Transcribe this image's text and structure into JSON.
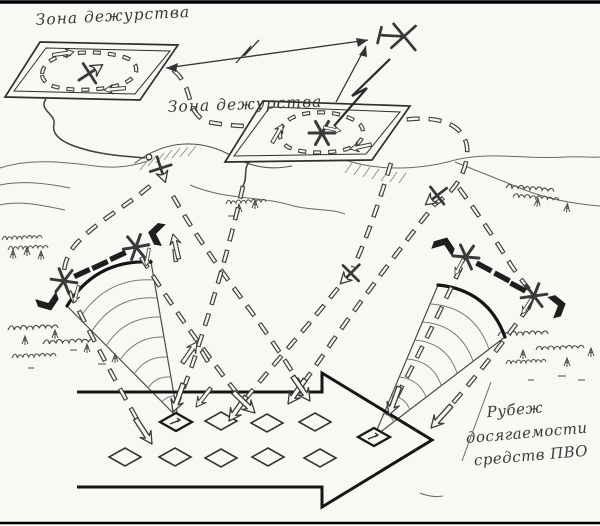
{
  "diagram": {
    "labels": {
      "zone1": "Зона дежурства",
      "zone2": "Зона дежурства",
      "pvo_range_line1": "Рубеж",
      "pvo_range_line2": "досягаемости",
      "pvo_range_line3": "средств ПВО"
    },
    "colors": {
      "paper": "#faf8f4",
      "ink": "#2e2e2e",
      "bold": "#141414",
      "faint": "#8a8a8a"
    }
  }
}
